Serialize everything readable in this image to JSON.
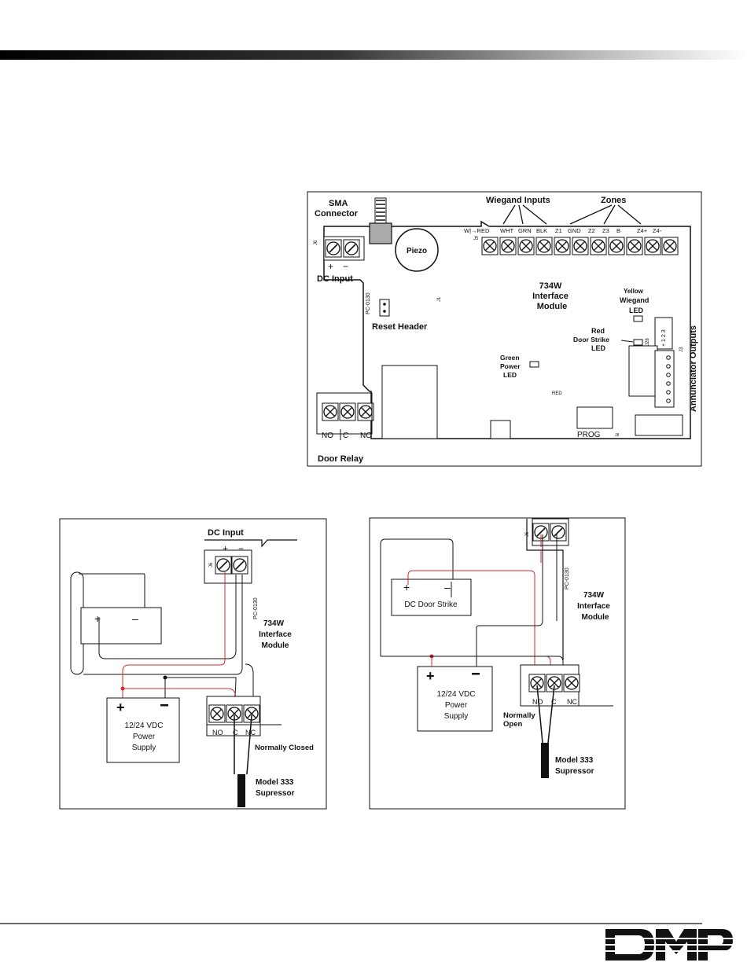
{
  "module": {
    "sma_line1": "SMA",
    "sma_line2": "Connector",
    "wiegand_inputs": "Wiegand Inputs",
    "zones": "Zones",
    "term_r": "W|→RED",
    "term_wht": "WHT",
    "term_grn": "GRN",
    "term_blk": "BLK",
    "term_z1": "Z1",
    "term_gnd": "GND",
    "term_z2": "Z2",
    "term_z3": "Z3",
    "term_b": "B",
    "term_z4p": "Z4+",
    "term_z4m": "Z4-",
    "j6": "J6",
    "j5": "J5",
    "plus": "+",
    "minus": "−",
    "dc_input": "DC Input",
    "piezo": "Piezo",
    "title1": "734W",
    "title2": "Interface",
    "title3": "Module",
    "pc_code": "PC-0130",
    "j1": "J1",
    "reset_header": "Reset Header",
    "yellow_led1": "Yellow",
    "yellow_led2": "Wiegand",
    "yellow_led3": "LED",
    "red_led1": "Red",
    "red_led2": "Door Strike",
    "red_led3": "LED",
    "green_led1": "Green",
    "green_led2": "Power",
    "green_led3": "LED",
    "annunciator": "Annunciator Outputs",
    "ann_pins": "+ 1 2 3",
    "j3": "J3",
    "red_tag": "RED",
    "no": "NO",
    "c": "C",
    "nc": "NC",
    "door_relay": "Door Relay",
    "prog": "PROG",
    "j8": "J8"
  },
  "left_diagram": {
    "dc_input": "DC Input",
    "plus": "+",
    "minus": "−",
    "j6": "J6",
    "pc_code": "PC-0130",
    "module1": "734W",
    "module2": "Interface",
    "module3": "Module",
    "ps_line1": "12/24 VDC",
    "ps_line2": "Power",
    "ps_line3": "Supply",
    "no": "NO",
    "c": "C",
    "nc": "NC",
    "normally_closed": "Normally Closed",
    "model1": "Model 333",
    "model2": "Supressor"
  },
  "right_diagram": {
    "j6": "J6",
    "pc_code": "PC-0130",
    "module1": "734W",
    "module2": "Interface",
    "module3": "Module",
    "door_strike": "DC Door Strike",
    "ps_line1": "12/24 VDC",
    "ps_line2": "Power",
    "ps_line3": "Supply",
    "no": "NO",
    "c": "C",
    "nc": "NC",
    "normally1": "Normally",
    "normally2": "Open",
    "model1": "Model 333",
    "model2": "Supressor"
  },
  "logo": "DMP"
}
